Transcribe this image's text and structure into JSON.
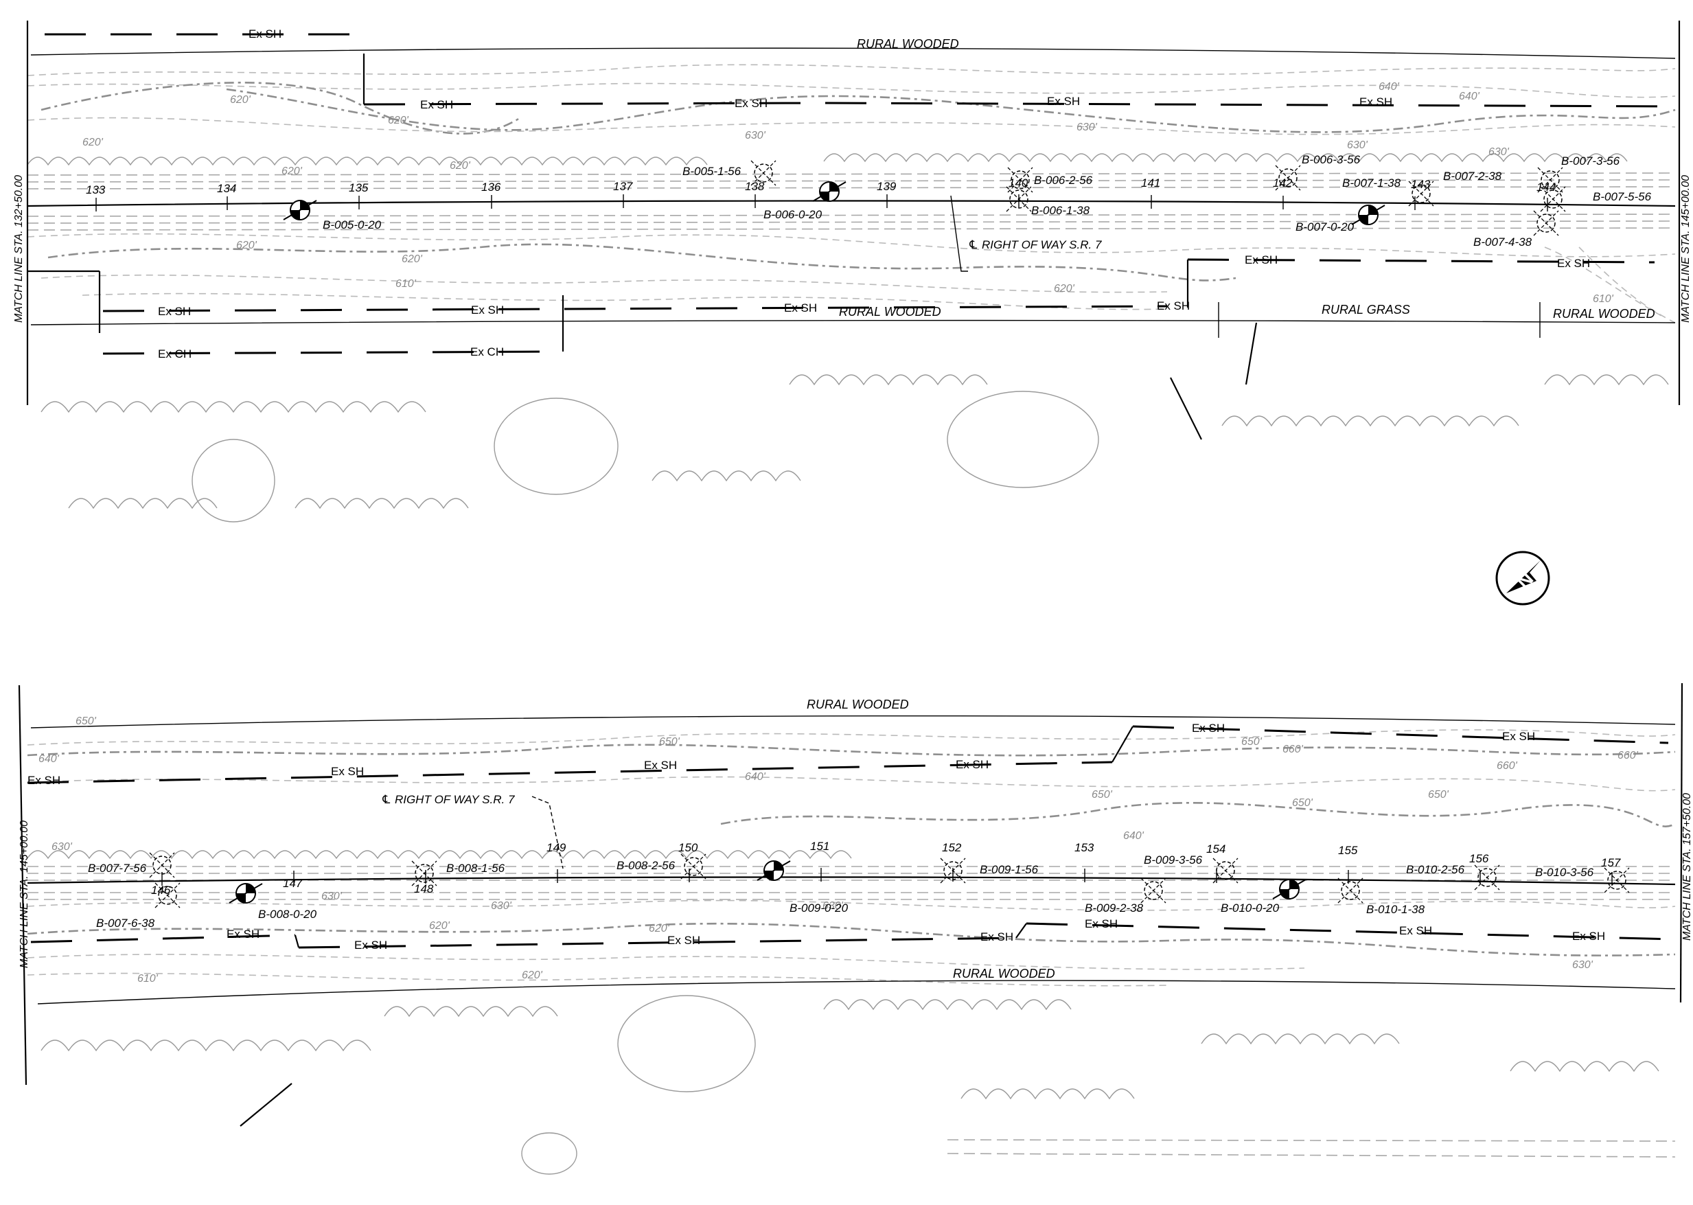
{
  "top_panel": {
    "land_use_top": "RURAL WOODED",
    "land_use_bottom": [
      "RURAL WOODED",
      "RURAL GRASS",
      "RURAL WOODED"
    ],
    "match_line_left": "MATCH LINE STA. 132+50.00",
    "match_line_right": "MATCH LINE STA. 145+00.00",
    "centerline_label": "℄ RIGHT OF WAY S.R. 7",
    "stations": [
      "133",
      "134",
      "135",
      "136",
      "137",
      "138",
      "139",
      "140",
      "141",
      "142",
      "143",
      "144"
    ],
    "ex_labels": [
      "Ex SH",
      "Ex SH",
      "Ex SH",
      "Ex SH",
      "Ex SH",
      "Ex SH",
      "Ex SH",
      "Ex SH",
      "Ex SH",
      "Ex SH",
      "Ex SH",
      "Ex CH",
      "Ex CH"
    ],
    "contours": [
      "620'",
      "620'",
      "620'",
      "620'",
      "620'",
      "630'",
      "630'",
      "630'",
      "630'",
      "640'",
      "640'",
      "620'",
      "620'",
      "610'",
      "620'",
      "610'"
    ],
    "borings_main": [
      "B-005-0-20",
      "B-006-0-20",
      "B-007-0-20"
    ],
    "borings_aux": [
      "B-005-1-56",
      "B-006-2-56",
      "B-006-1-38",
      "B-006-3-56",
      "B-007-1-38",
      "B-007-2-38",
      "B-007-3-56",
      "B-007-5-56",
      "B-007-4-38"
    ]
  },
  "bottom_panel": {
    "land_use_top": "RURAL WOODED",
    "land_use_bottom": "RURAL WOODED",
    "match_line_left": "MATCH LINE STA. 145+00.00",
    "match_line_right": "MATCH LINE STA. 157+50.00",
    "centerline_label": "℄ RIGHT OF WAY S.R. 7",
    "stations": [
      "146",
      "147",
      "148",
      "149",
      "150",
      "151",
      "152",
      "153",
      "154",
      "155",
      "156",
      "157"
    ],
    "ex_labels": [
      "Ex SH",
      "Ex SH",
      "Ex SH",
      "Ex SH",
      "Ex SH",
      "Ex SH",
      "Ex SH",
      "Ex SH",
      "Ex SH",
      "Ex SH",
      "Ex SH",
      "Ex SH",
      "Ex SH"
    ],
    "contours": [
      "650'",
      "650'",
      "650'",
      "650'",
      "660'",
      "660'",
      "660'",
      "640'",
      "640'",
      "640'",
      "650'",
      "650'",
      "630'",
      "630'",
      "630'",
      "630'",
      "620'",
      "620'",
      "610'",
      "620'",
      "630'"
    ],
    "borings_main": [
      "B-008-0-20",
      "B-009-0-20",
      "B-010-0-20"
    ],
    "borings_aux": [
      "B-007-7-56",
      "B-007-6-38",
      "B-008-1-56",
      "B-008-2-56",
      "B-009-1-56",
      "B-009-2-38",
      "B-009-3-56",
      "B-010-1-38",
      "B-010-2-56",
      "B-010-3-56"
    ]
  },
  "north_arrow": {
    "letter": "N"
  }
}
